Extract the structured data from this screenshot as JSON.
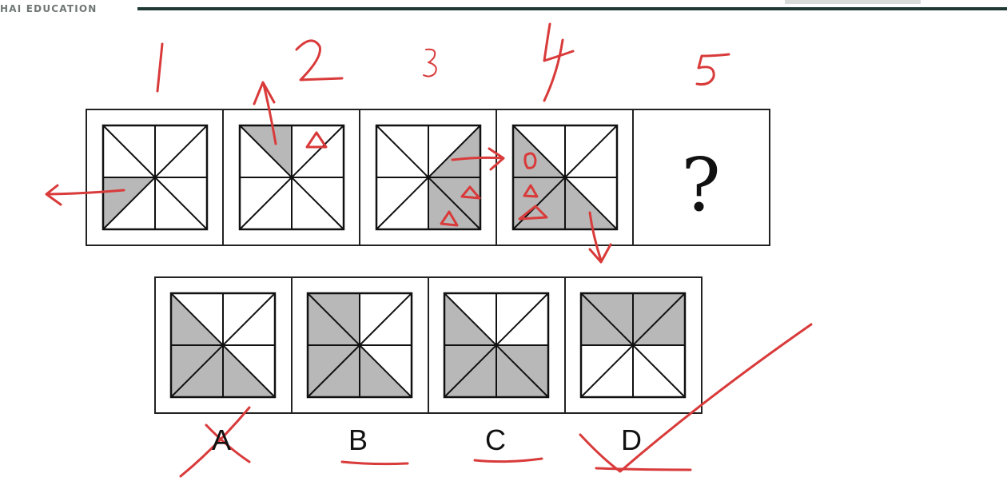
{
  "header": {
    "brand": "HAI EDUCATION",
    "colors": {
      "rule": "#1f3a35",
      "brand_text": "#6f7775"
    }
  },
  "question": {
    "sequence_numbers": [
      "1",
      "2",
      "3",
      "4",
      "5"
    ],
    "unknown_symbol": "?",
    "option_labels": [
      "A",
      "B",
      "C",
      "D"
    ],
    "shade_color": "#b8b8b8"
  },
  "annotations": {
    "ink_color": "#d93a3a",
    "marked_answer": "D",
    "crossed_option": "A"
  }
}
